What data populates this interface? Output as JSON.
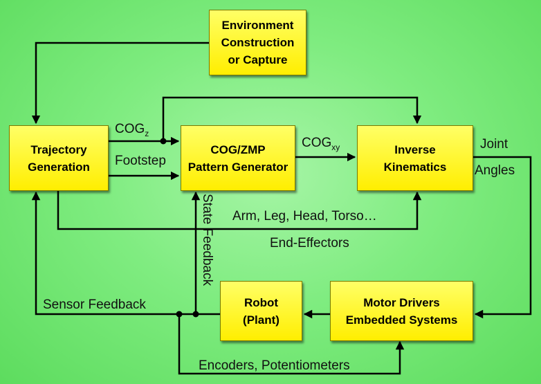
{
  "boxes": {
    "environment": "Environment\nConstruction\nor Capture",
    "trajectory": "Trajectory\nGeneration",
    "pattern_generator": "COG/ZMP\nPattern Generator",
    "inverse_kinematics": "Inverse\nKinematics",
    "robot": "Robot\n(Plant)",
    "motor_drivers": "Motor Drivers\nEmbedded Systems"
  },
  "labels": {
    "cog_z_main": "COG",
    "cog_z_sub": "z",
    "footstep": "Footstep",
    "cog_xy_main": "COG",
    "cog_xy_sub": "xy",
    "joint": "Joint",
    "angles": "Angles",
    "arm_leg": "Arm, Leg, Head, Torso…",
    "end_effectors": "End-Effectors",
    "state_feedback": "State Feedback",
    "sensor_feedback": "Sensor Feedback",
    "encoders": "Encoders, Potentiometers"
  },
  "colors": {
    "box_fill": "#ffff00",
    "background": "#7fec80",
    "line": "#000000"
  }
}
